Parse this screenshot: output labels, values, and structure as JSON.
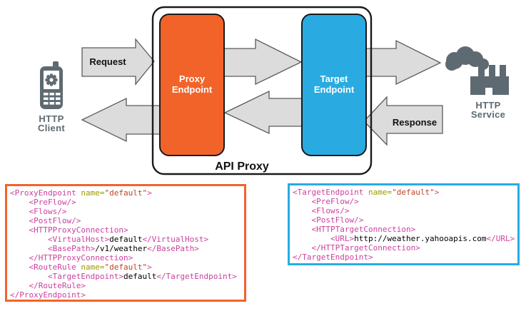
{
  "colors": {
    "proxy_orange": "#F2632A",
    "target_blue": "#29ABE2",
    "icon_gray": "#5E6A71",
    "arrow_fill": "#DCDCDC",
    "arrow_stroke": "#5B5B5B",
    "box_stroke": "#1A1A1A",
    "label_black": "#111111",
    "code_tag": "#CC3F9E",
    "code_attr": "#9B9B00",
    "code_value": "#C04222",
    "code_text": "#000000"
  },
  "diagram": {
    "api_proxy_label": "API Proxy",
    "request_label": "Request",
    "response_label": "Response",
    "proxy_endpoint": {
      "line1": "Proxy",
      "line2": "Endpoint"
    },
    "target_endpoint": {
      "line1": "Target",
      "line2": "Endpoint"
    },
    "client": {
      "line1": "HTTP",
      "line2": "Client"
    },
    "service": {
      "line1": "HTTP",
      "line2": "Service"
    }
  },
  "code_blocks": {
    "proxy": {
      "border_color": "#F2632A",
      "lines": [
        [
          [
            "t",
            "<ProxyEndpoint"
          ],
          [
            "a",
            " name="
          ],
          [
            "v",
            "\"default\""
          ],
          [
            "t",
            ">"
          ]
        ],
        [
          [
            "t",
            "    <PreFlow/>"
          ]
        ],
        [
          [
            "t",
            "    <Flows/>"
          ]
        ],
        [
          [
            "t",
            "    <PostFlow/>"
          ]
        ],
        [
          [
            "t",
            "    <HTTPProxyConnection>"
          ]
        ],
        [
          [
            "t",
            "        <VirtualHost>"
          ],
          [
            "x",
            "default"
          ],
          [
            "t",
            "</VirtualHost>"
          ]
        ],
        [
          [
            "t",
            "        <BasePath>"
          ],
          [
            "x",
            "/v1/weather"
          ],
          [
            "t",
            "</BasePath>"
          ]
        ],
        [
          [
            "t",
            "    </HTTPProxyConnection>"
          ]
        ],
        [
          [
            "t",
            "    <RouteRule"
          ],
          [
            "a",
            " name="
          ],
          [
            "v",
            "\"default\""
          ],
          [
            "t",
            ">"
          ]
        ],
        [
          [
            "t",
            "        <TargetEndpoint>"
          ],
          [
            "x",
            "default"
          ],
          [
            "t",
            "</TargetEndpoint>"
          ]
        ],
        [
          [
            "t",
            "    </RouteRule>"
          ]
        ],
        [
          [
            "t",
            "</ProxyEndpoint>"
          ]
        ]
      ]
    },
    "target": {
      "border_color": "#29ABE2",
      "lines": [
        [
          [
            "t",
            "<TargetEndpoint"
          ],
          [
            "a",
            " name="
          ],
          [
            "v",
            "\"default\""
          ],
          [
            "t",
            ">"
          ]
        ],
        [
          [
            "t",
            "    <PreFlow/>"
          ]
        ],
        [
          [
            "t",
            "    <Flows/>"
          ]
        ],
        [
          [
            "t",
            "    <PostFlow/>"
          ]
        ],
        [
          [
            "t",
            "    <HTTPTargetConnection>"
          ]
        ],
        [
          [
            "t",
            "        <URL>"
          ],
          [
            "x",
            "http://weather.yahooapis.com"
          ],
          [
            "t",
            "</URL>"
          ]
        ],
        [
          [
            "t",
            "    </HTTPTargetConnection>"
          ]
        ],
        [
          [
            "t",
            "</TargetEndpoint>"
          ]
        ]
      ]
    }
  }
}
